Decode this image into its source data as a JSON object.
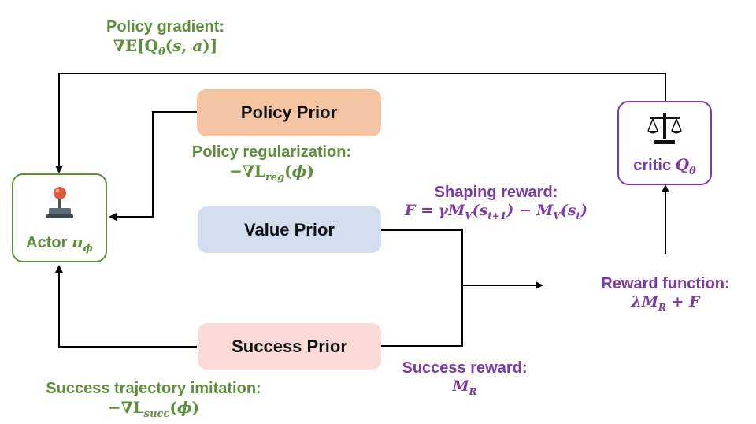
{
  "colors": {
    "green": "#5c8f3a",
    "purple": "#7b3aa6",
    "policy_prior_fill": "#f5c4a3",
    "value_prior_fill": "#d3ddf0",
    "success_prior_fill": "#fbdad8",
    "arrow": "#000000"
  },
  "nodes": {
    "actor": {
      "label": "Actor",
      "symbol": "π",
      "subscript": "ϕ",
      "icon": "joystick-icon"
    },
    "critic": {
      "label": "critic",
      "symbol": "Q",
      "subscript": "θ",
      "icon": "scales-icon"
    },
    "policy_prior": {
      "label": "Policy Prior"
    },
    "value_prior": {
      "label": "Value Prior"
    },
    "success_prior": {
      "label": "Success Prior"
    }
  },
  "labels": {
    "policy_gradient": {
      "title": "Policy gradient:",
      "formula": "∇E[Qθ(s, a)]"
    },
    "policy_regularization": {
      "title": "Policy regularization:",
      "formula": "−∇Lreg(ϕ)"
    },
    "shaping_reward": {
      "title": "Shaping reward:",
      "formula": "F = γMV(st+1) − MV(st)"
    },
    "reward_function": {
      "title": "Reward function:",
      "formula": "λMR + F"
    },
    "success_reward": {
      "title": "Success reward:",
      "formula": "MR"
    },
    "success_imitation": {
      "title": "Success trajectory imitation:",
      "formula": "−∇Lsucc(ϕ)"
    }
  }
}
